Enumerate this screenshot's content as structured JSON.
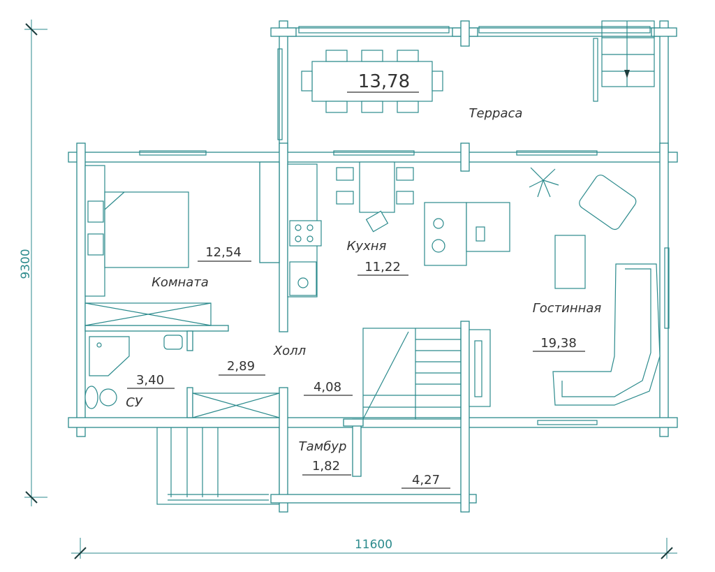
{
  "dimensions": {
    "width_label": "11600",
    "height_label": "9300"
  },
  "rooms": [
    {
      "name": "Терраса",
      "area": "13,78"
    },
    {
      "name": "Комната",
      "area": "12,54"
    },
    {
      "name": "Кухня",
      "area": "11,22"
    },
    {
      "name": "Гостинная",
      "area": "19,38"
    },
    {
      "name": "Холл",
      "area": "2,89"
    },
    {
      "name": "",
      "area": "4,08"
    },
    {
      "name": "СУ",
      "area": "3,40"
    },
    {
      "name": "Тамбур",
      "area": "1,82"
    },
    {
      "name": "",
      "area": "4,27"
    }
  ],
  "colors": {
    "lines": "#2b8a8c",
    "text": "#333333"
  }
}
